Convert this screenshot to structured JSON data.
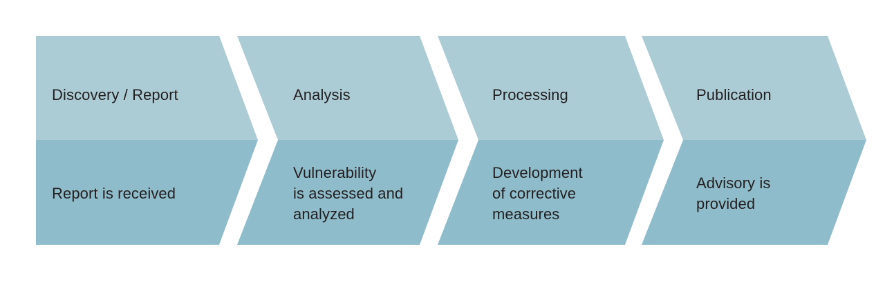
{
  "diagram": {
    "type": "chevron-process-flow",
    "orientation": "horizontal",
    "background_color": "#ffffff",
    "band_colors": {
      "title_band": "#abcbd5",
      "description_band": "#8fbcca"
    },
    "text_color": "#231f20",
    "stage_count": 4
  },
  "stages": [
    {
      "index": 1,
      "title": "Discovery / Report",
      "description": "Report is received",
      "shape": "chevron-start"
    },
    {
      "index": 2,
      "title": "Analysis",
      "description": "Vulnerability\nis assessed and\nanalyzed",
      "shape": "chevron-middle"
    },
    {
      "index": 3,
      "title": "Processing",
      "description": "Development\nof corrective\nmeasures",
      "shape": "chevron-middle"
    },
    {
      "index": 4,
      "title": "Publication",
      "description": "Advisory is\nprovided",
      "shape": "chevron-middle"
    }
  ]
}
